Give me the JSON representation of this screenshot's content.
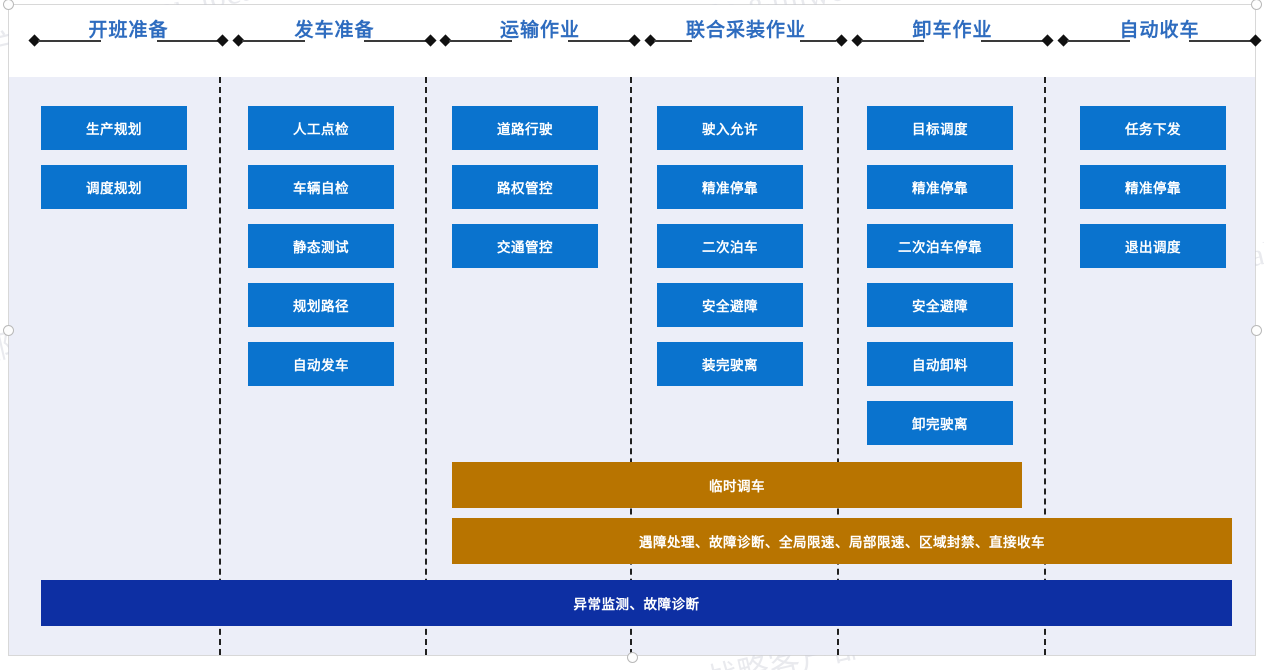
{
  "theme": {
    "box_blue": "#0a73ce",
    "bar_orange": "#b87400",
    "bar_navy": "#0d2fa3",
    "panel_bg": "#eceef8",
    "title_blue": "#2e6cbf"
  },
  "watermark": {
    "text": "战略客户部&&liuwei. local&&刘威"
  },
  "phases": [
    {
      "title": "开班准备",
      "items": [
        "生产规划",
        "调度规划"
      ]
    },
    {
      "title": "发车准备",
      "items": [
        "人工点检",
        "车辆自检",
        "静态测试",
        "规划路径",
        "自动发车"
      ]
    },
    {
      "title": "运输作业",
      "items": [
        "道路行驶",
        "路权管控",
        "交通管控"
      ]
    },
    {
      "title": "联合采装作业",
      "items": [
        "驶入允许",
        "精准停靠",
        "二次泊车",
        "安全避障",
        "装完驶离"
      ]
    },
    {
      "title": "卸车作业",
      "items": [
        "目标调度",
        "精准停靠",
        "二次泊车停靠",
        "安全避障",
        "自动卸料",
        "卸完驶离"
      ]
    },
    {
      "title": "自动收车",
      "items": [
        "任务下发",
        "精准停靠",
        "退出调度"
      ]
    }
  ],
  "bars": [
    {
      "label": "临时调车"
    },
    {
      "label": "遇障处理、故障诊断、全局限速、局部限速、区域封禁、直接收车"
    },
    {
      "label": "异常监测、故障诊断"
    }
  ]
}
